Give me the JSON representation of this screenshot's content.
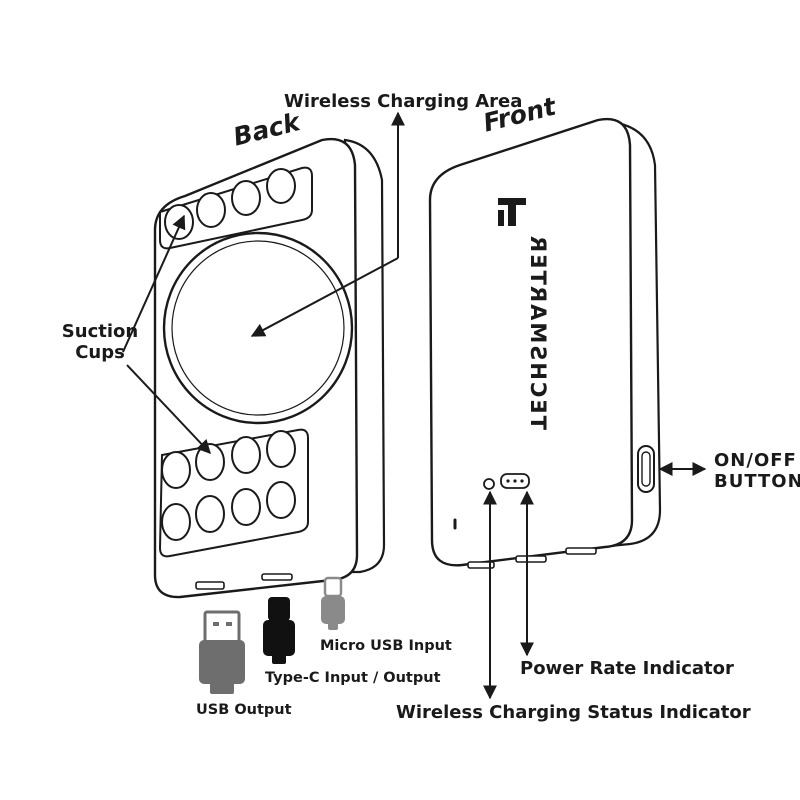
{
  "labels": {
    "back": "Back",
    "front": "Front",
    "wireless_charging_area": "Wireless Charging Area",
    "suction_cups_line1": "Suction",
    "suction_cups_line2": "Cups",
    "on_off_line1": "ON/OFF",
    "on_off_line2": "BUTTON",
    "micro_usb_input": "Micro USB Input",
    "type_c_io": "Type-C Input / Output",
    "usb_output": "USB Output",
    "power_rate_indicator": "Power Rate Indicator",
    "wireless_status_indicator": "Wireless Charging Status Indicator"
  },
  "brand": {
    "name": "TECHSMARTER",
    "logo": "techsmarter-logo"
  },
  "colors": {
    "outline": "#1a1a1a",
    "usb_connector": "#6e6e6e",
    "type_c_connector": "#111111",
    "micro_usb_connector": "#8a8a8a"
  }
}
